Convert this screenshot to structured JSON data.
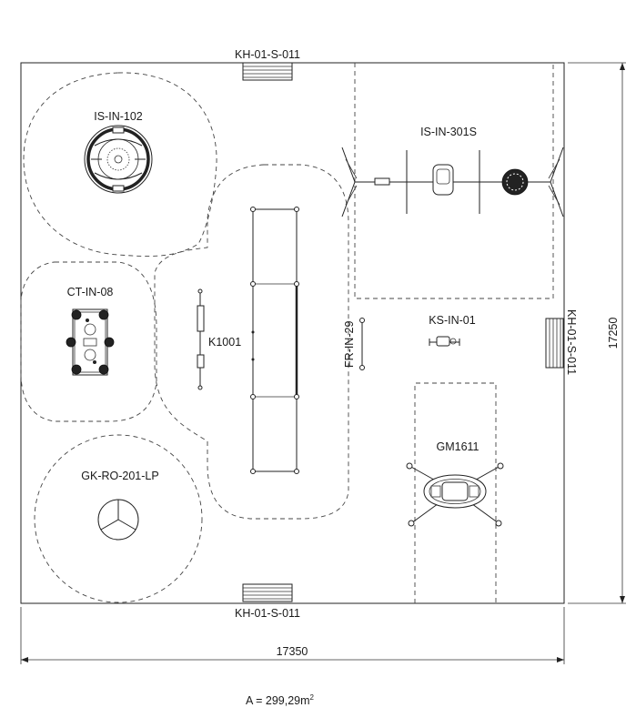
{
  "plan": {
    "entrances": {
      "top": "KH-01-S-011",
      "bottom": "KH-01-S-011",
      "right": "KH-01-S-011"
    },
    "equipment": {
      "is_in_102": "IS-IN-102",
      "is_in_301s": "IS-IN-301S",
      "ct_in_08": "CT-IN-08",
      "k1001": "K1001",
      "fr_in_29": "FR-IN-29",
      "ks_in_01": "KS-IN-01",
      "gm1611": "GM1611",
      "gk_ro_201_lp": "GK-RO-201-LP"
    },
    "dimensions": {
      "width": "17350",
      "height": "17250"
    },
    "area": {
      "prefix": "A = 299,29m",
      "superscript": "2"
    }
  }
}
